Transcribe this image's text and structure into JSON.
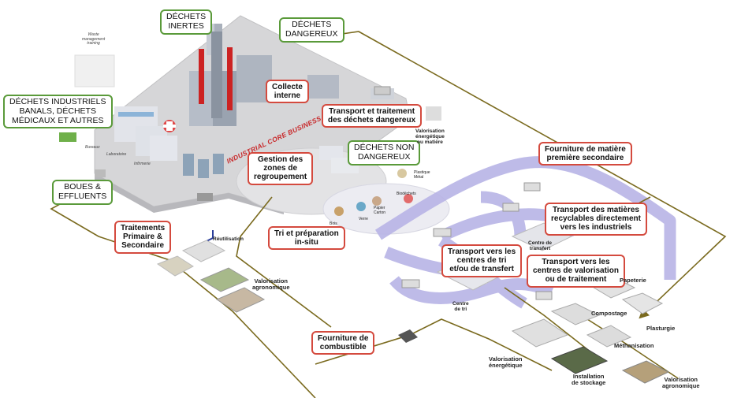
{
  "colors": {
    "green_border": "#5a9a3a",
    "red_border": "#d44a3e",
    "flow_olive": "#7a6a1e",
    "flow_purple": "#b8b4e6",
    "platform_grey": "#d6d6d8",
    "core_red": "#c8282a"
  },
  "waste_categories": {
    "inertes": "DÉCHETS\nINERTES",
    "dangereux": "DÉCHETS\nDANGEREUX",
    "industriels": "DÉCHETS INDUSTRIELS\nBANALS, DÉCHETS\nMÉDICAUX ET AUTRES",
    "non_dangereux": "DÉCHETS NON\nDANGEREUX",
    "boues": "BOUES &\nEFFLUENTS"
  },
  "processes": {
    "collecte": "Collecte\ninterne",
    "transport_dangereux": "Transport et traitement\ndes déchets dangereux",
    "gestion_zones": "Gestion des\nzones de\nregroupement",
    "tri_prep": "Tri et préparation\nin-situ",
    "traitements": "Traitements\nPrimaire &\nSecondaire",
    "fourniture_combustible": "Fourniture de\ncombustible",
    "fourniture_matiere": "Fourniture de matière\npremière secondaire",
    "transport_recyclables": "Transport des matières\nrecyclables directement\nvers les industriels",
    "transport_tri": "Transport vers les\ncentres de tri\net/ou de transfert",
    "transport_valorisation": "Transport vers les\ncentres de valorisation\nou de traitement"
  },
  "core_business": "INDUSTRIAL CORE BUSINESS",
  "site_labels": {
    "waste_training": "Waste\nmanagement\ntraining",
    "bureaux": "Bureaux",
    "laboratoire": "Laboratoire",
    "infirmerie": "Infirmerie"
  },
  "small_labels": {
    "val_energetique_matiere": "Valorisation\nénergétique\nou matière",
    "reutilisation": "Réutilisation",
    "valorisation_agronomique_1": "Valorisation\nagronomique",
    "valorisation_agronomique_2": "Valorisation\nagronomique",
    "centre_transfert": "Centre de\ntransfert",
    "centre_tri": "Centre\nde tri",
    "papeterie": "Papeterie",
    "compostage": "Compostage",
    "plasturgie": "Plasturgie",
    "methanisation": "Méthanisation",
    "val_energetique": "Valorisation\nénergétique",
    "installation_stockage": "Installation\nde stockage"
  },
  "material_labels": {
    "bois": "Bois",
    "verre": "Verre",
    "papier_carton": "Papier\nCarton",
    "biodechets": "Biodéchets",
    "plastique_metal": "Plastique\nMétal"
  }
}
